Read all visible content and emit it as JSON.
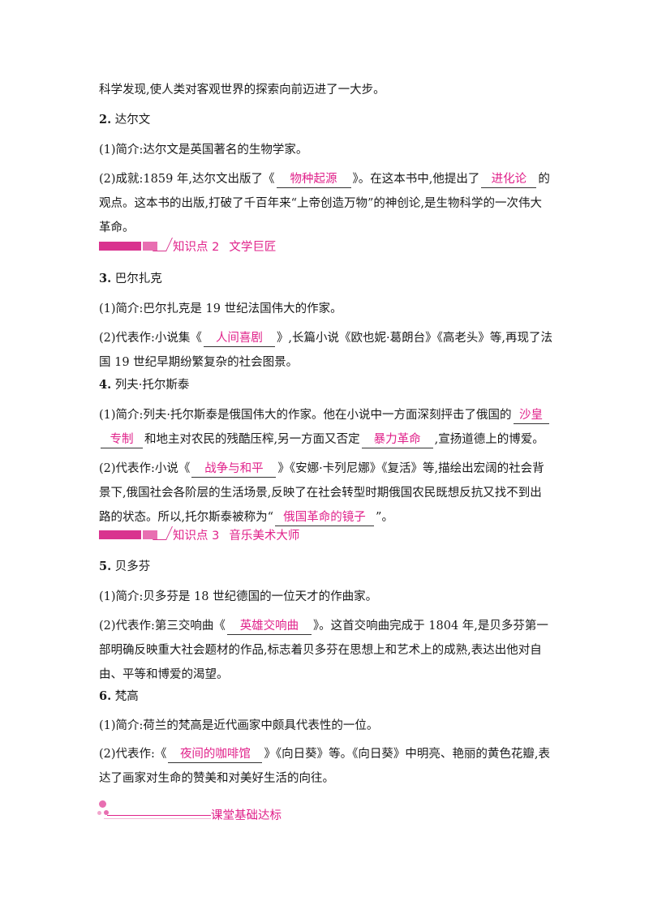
{
  "intro": {
    "text": "科学发现,使人类对客观世界的探索向前迈进了一大步。"
  },
  "s2": {
    "num": "2.",
    "title": " 达尔文",
    "intro": "(1)简介:达尔文是英国著名的生物学家。",
    "p2_a": "(2)成就:1859 年,达尔文出版了《",
    "blank1": "物种起源",
    "p2_b": "》。在这本书中,他提出了",
    "blank2": "进化论",
    "p2_c": "的观点。这本书的出版,打破了千百年来“上帝创造万物”的神创论,是生物科学的一次伟大革命。"
  },
  "kp2": {
    "label": "知识点 2",
    "title": "文学巨匠"
  },
  "s3": {
    "num": "3.",
    "title": " 巴尔扎克",
    "intro": "(1)简介:巴尔扎克是 19 世纪法国伟大的作家。",
    "p2_a": "(2)代表作:小说集《",
    "blank1": "人间喜剧",
    "p2_b": "》,长篇小说《欧也妮·葛朗台》《高老头》等,再现了法国 19 世纪早期纷繁复杂的社会图景。"
  },
  "s4": {
    "num": "4.",
    "title": " 列夫·托尔斯泰",
    "p1_a": "(1)简介:列夫·托尔斯泰是俄国伟大的作家。他在小说中一方面深刻抨击了俄国的",
    "blank1a": "沙皇",
    "blank1b": "专制",
    "p1_b": "和地主对农民的残酷压榨,另一方面又否定",
    "blank2": "暴力革命",
    "p1_c": ",宣扬道德上的博爱。",
    "p2_a": "(2)代表作:小说《",
    "blank3": "战争与和平",
    "p2_b": "》《安娜·卡列尼娜》《复活》等,描绘出宏阔的社会背景下,俄国社会各阶层的生活场景,反映了在社会转型时期俄国农民既想反抗又找不到出路的状态。所以,托尔斯泰被称为“",
    "blank4": "俄国革命的镜子",
    "p2_c": "”。"
  },
  "kp3": {
    "label": "知识点 3",
    "title": "音乐美术大师"
  },
  "s5": {
    "num": "5.",
    "title": " 贝多芬",
    "intro": "(1)简介:贝多芬是 18 世纪德国的一位天才的作曲家。",
    "p2_a": "(2)代表作:第三交响曲《",
    "blank1": "英雄交响曲",
    "p2_b": "》。这首交响曲完成于 1804 年,是贝多芬第一部明确反映重大社会题材的作品,标志着贝多芬在思想上和艺术上的成熟,表达出他对自由、平等和博爱的渴望。"
  },
  "s6": {
    "num": "6.",
    "title": " 梵高",
    "intro": "(1)简介:荷兰的梵高是近代画家中颇具代表性的一位。",
    "p2_a": "(2)代表作:《",
    "blank1": "夜间的咖啡馆",
    "p2_b": "》《向日葵》等。《向日葵》中明亮、艳丽的黄色花瓣,表达了画家对生命的赞美和对美好生活的向往。"
  },
  "footer": {
    "title": "课堂基础达标"
  }
}
